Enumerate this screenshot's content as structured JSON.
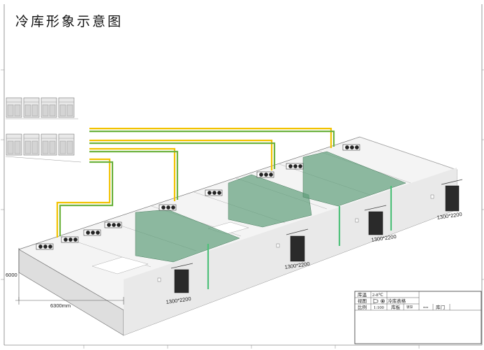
{
  "title": "冷库形象示意图",
  "colors": {
    "refrigerant_pipe_yellow": "#f2c200",
    "refrigerant_pipe_green": "#6db33f",
    "partition_green": "#5f9e7a",
    "door_dark": "#2a2a2a",
    "wall_light": "#e6e6e6"
  },
  "dimensions": {
    "height": "6000",
    "width": "6300mm"
  },
  "doors": {
    "door_1": "1300*2200",
    "door_2": "1300*2200",
    "door_3": "1300*2200",
    "door_4": "1300*2200"
  },
  "title_block": {
    "row1_label": "库温",
    "row1_value": "2-8℃",
    "row1_name": "冷库表格",
    "row2_label": "视图",
    "row3_label": "比例",
    "row3_value": "1:100",
    "row3_b": "库板",
    "row3_c": "镀锌",
    "row3_unit": "mm",
    "row3_door": "库门"
  }
}
